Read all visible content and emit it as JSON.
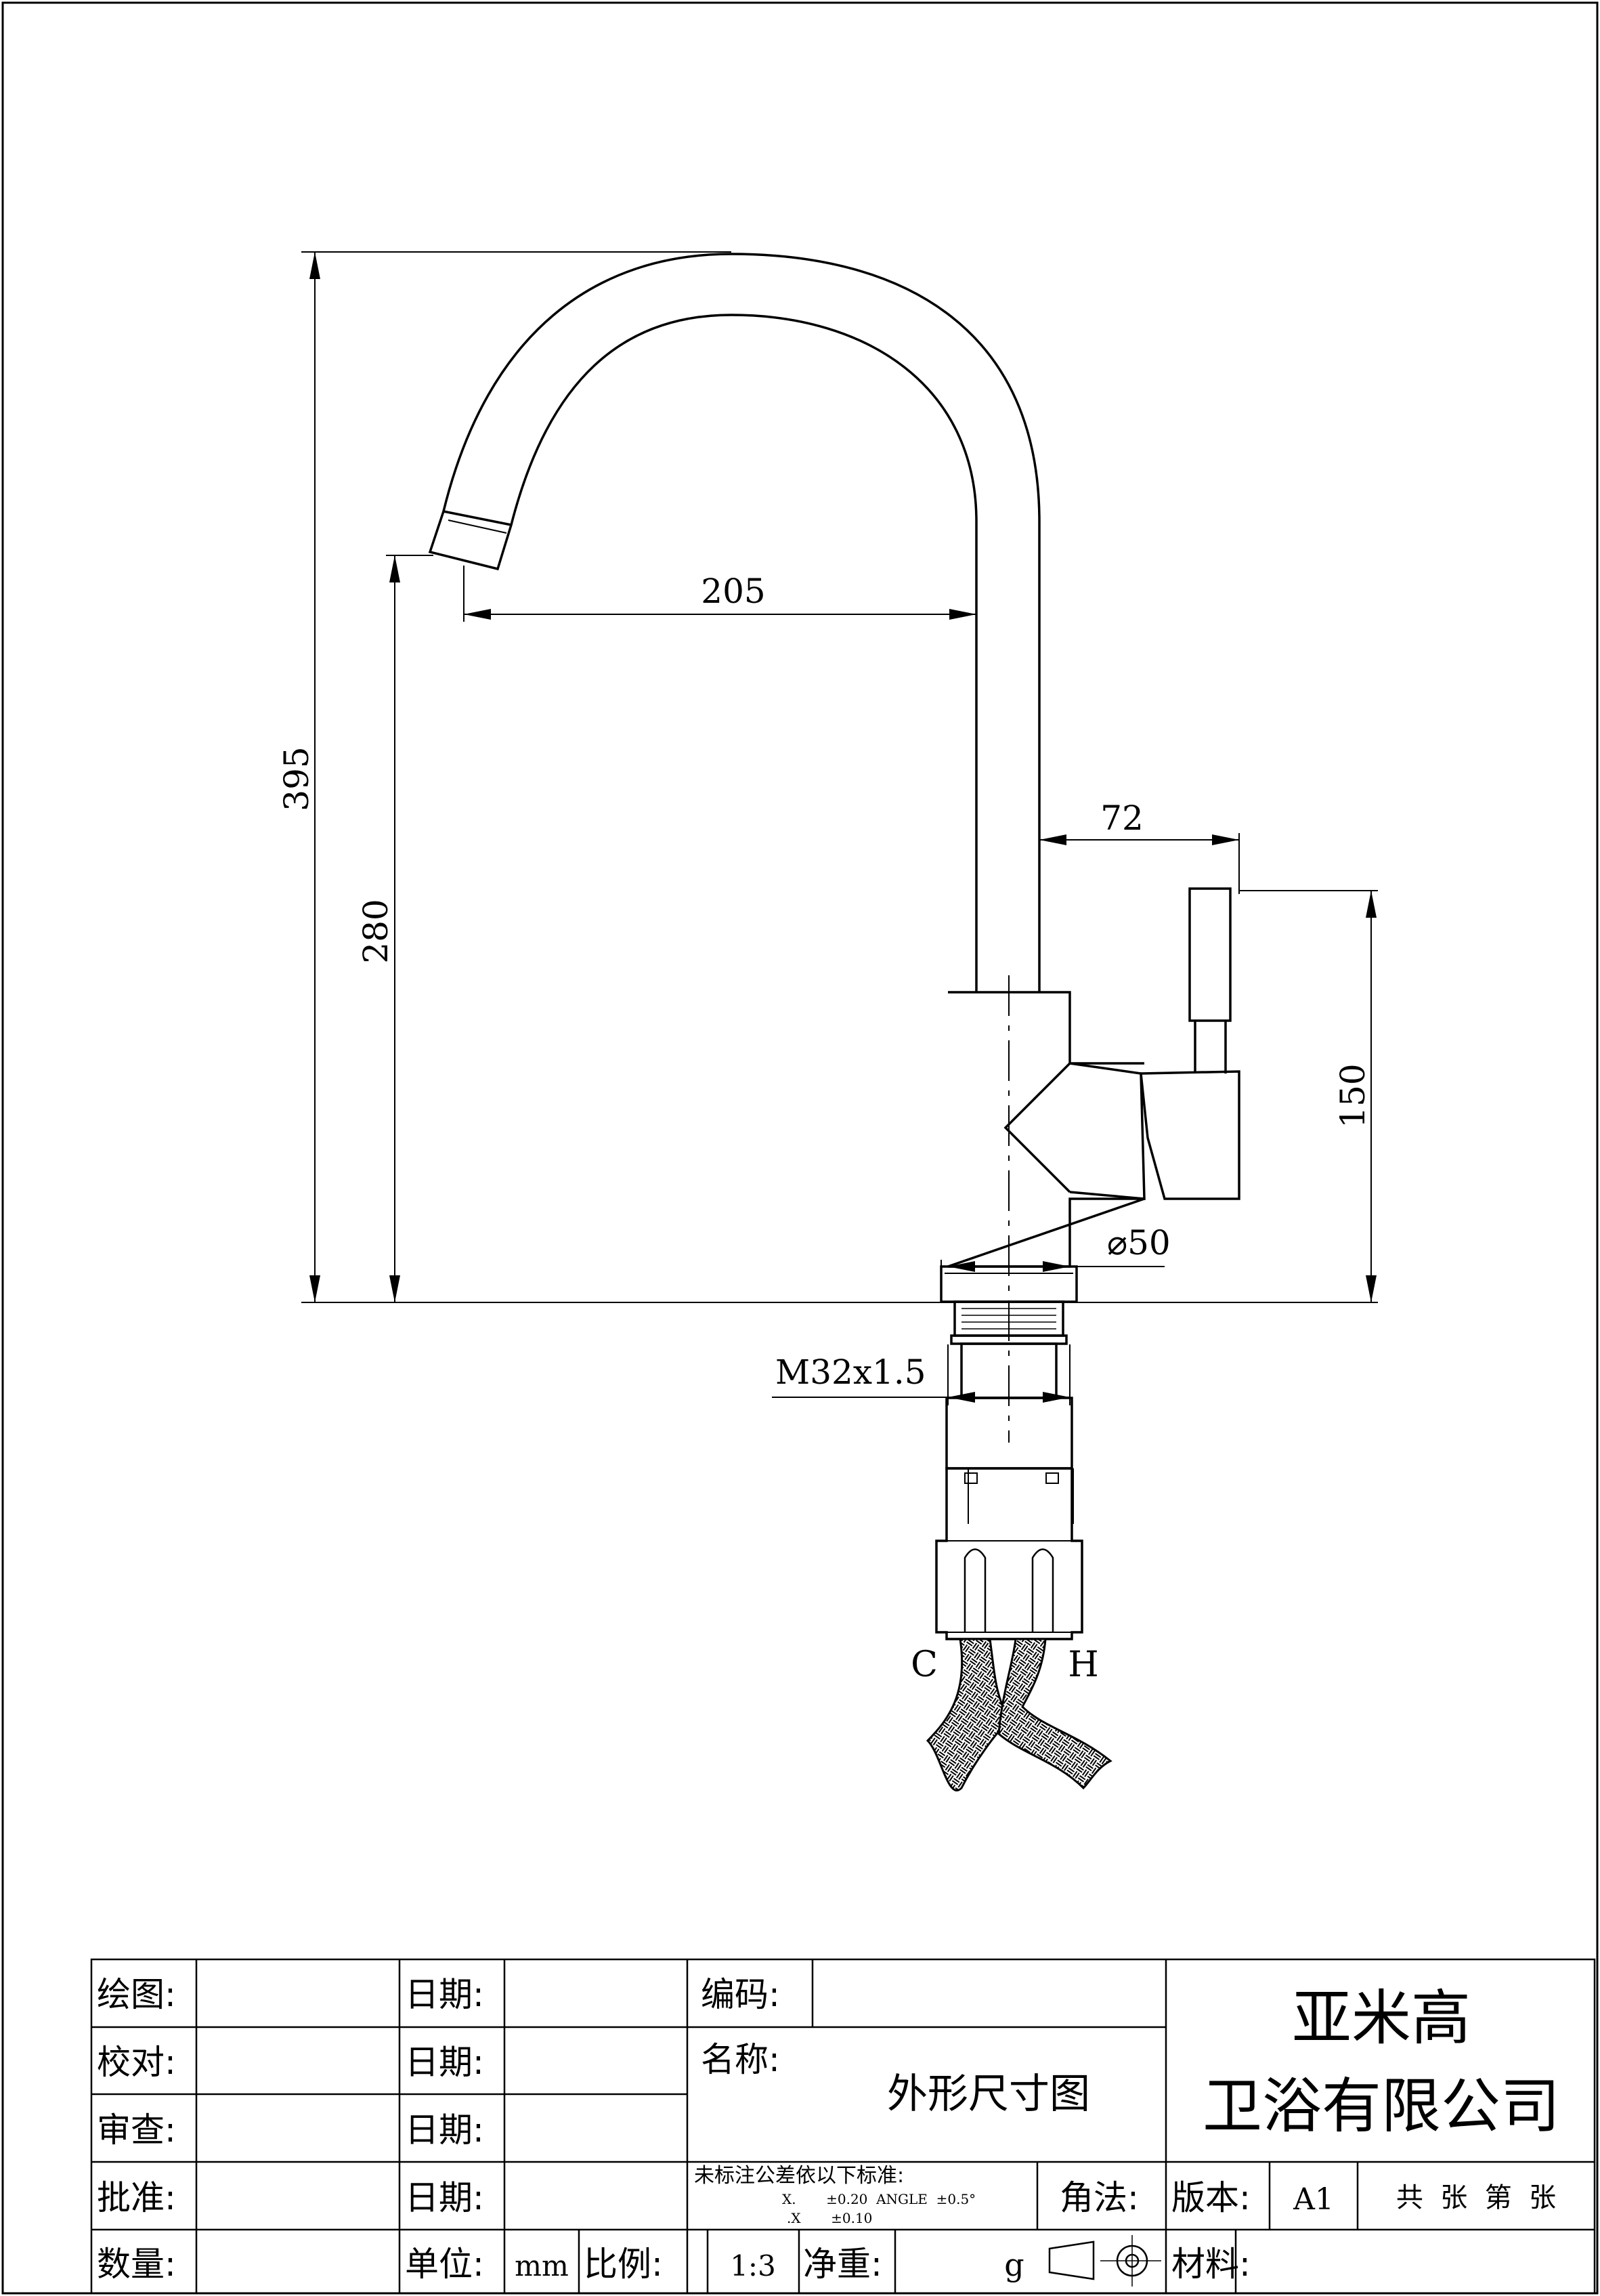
{
  "dimensions": {
    "total_height": "395",
    "spout_height": "280",
    "spout_reach": "205",
    "handle_offset": "72",
    "body_height": "150",
    "body_diameter": "⌀50",
    "thread": "M32x1.5"
  },
  "hose_labels": {
    "cold": "C",
    "hot": "H"
  },
  "title_block": {
    "drawn_label": "绘图:",
    "checked_label": "校对:",
    "reviewed_label": "审查:",
    "approved_label": "批准:",
    "quantity_label": "数量:",
    "date_label": "日期:",
    "unit_label": "单位:",
    "unit_value": "mm",
    "scale_label": "比例:",
    "scale_value": "1:3",
    "weight_label": "净重:",
    "weight_unit": "g",
    "code_label": "编码:",
    "name_label": "名称:",
    "name_value": "外形尺寸图",
    "tolerance_title": "未标注公差依以下标准:",
    "tolerance_line1": "X.       ±0.20  ANGLE  ±0.5°",
    "tolerance_line2": ".X       ±0.10",
    "projection_label": "角法:",
    "version_label": "版本:",
    "version_value": "A1",
    "sheet_info": "共  张  第  张",
    "material_label": "材料:",
    "company_line1": "亚米高",
    "company_line2": "卫浴有限公司"
  }
}
